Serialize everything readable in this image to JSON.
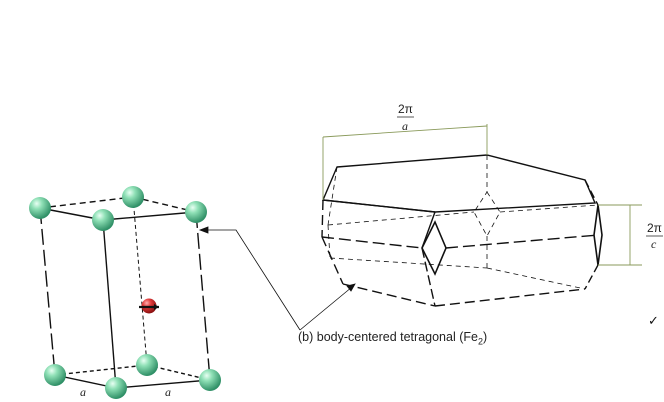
{
  "caption": {
    "prefix": "(b) body-centered tetragonal (Fe",
    "subscript": "2",
    "suffix": ")"
  },
  "lattice": {
    "edge_label_left": "a",
    "edge_label_right": "a",
    "corner_atom_color": "#6cc89a",
    "center_atom_color": "#d92a2a"
  },
  "brillouin_zone": {
    "width_label_num": "2π",
    "width_label_den": "a",
    "height_label_num": "2π",
    "height_label_den": "c",
    "dimension_line_color": "#8a9a5b"
  },
  "check_mark": "✓"
}
